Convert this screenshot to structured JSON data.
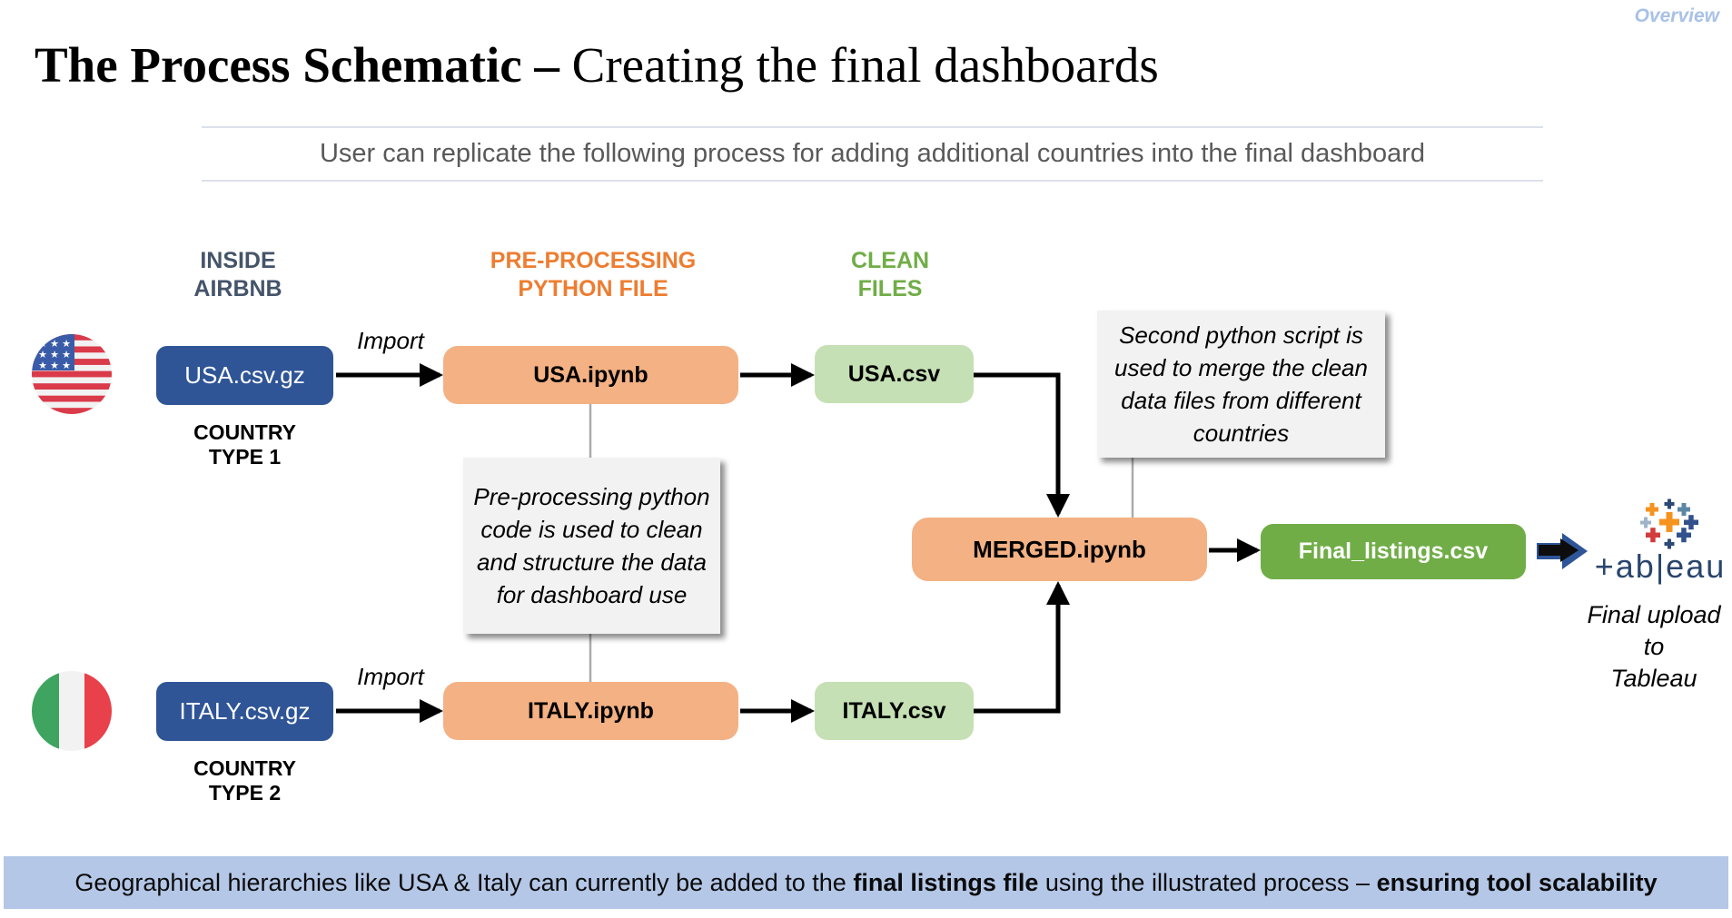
{
  "page": {
    "overview_label": "Overview"
  },
  "title": {
    "bold": "The Process Schematic –",
    "regular": " Creating the final dashboards"
  },
  "subtitle": "User can replicate the following process for adding additional countries into the final dashboard",
  "columns": {
    "source": {
      "line1": "INSIDE",
      "line2": "AIRBNB"
    },
    "preprocess": {
      "line1": "PRE-PROCESSING",
      "line2": "PYTHON FILE"
    },
    "clean": {
      "line1": "CLEAN",
      "line2": "FILES"
    }
  },
  "usa_row": {
    "source_file": "USA.csv.gz",
    "import_label": "Import",
    "notebook_file": "USA.ipynb",
    "clean_file": "USA.csv",
    "country_line1": "COUNTRY",
    "country_line2": "TYPE 1"
  },
  "italy_row": {
    "source_file": "ITALY.csv.gz",
    "import_label": "Import",
    "notebook_file": "ITALY.ipynb",
    "clean_file": "ITALY.csv",
    "country_line1": "COUNTRY",
    "country_line2": "TYPE 2"
  },
  "merge": {
    "notebook_file": "MERGED.ipynb",
    "output_file": "Final_listings.csv"
  },
  "notes": {
    "preprocess_note": "Pre-processing python code is used to clean and structure the data for dashboard use",
    "merge_note": "Second python script is used to merge the clean data files from different countries"
  },
  "tableau": {
    "wordmark": "+ab|eau",
    "caption_line1": "Final upload",
    "caption_line2": "to",
    "caption_line3": "Tableau"
  },
  "footer": {
    "text_start": "Geographical hierarchies like USA & Italy can currently be added to the ",
    "bold1": "final listings file",
    "text_mid": " using the illustrated process – ",
    "bold2": "ensuring tool scalability"
  },
  "colors": {
    "source_box": "#2F5597",
    "notebook_box": "#F4B183",
    "clean_box": "#C5E0B4",
    "final_box": "#70AD47",
    "footer_bar": "#B4C7E7",
    "header_source": "#44546A",
    "header_preprocess": "#ED7D31",
    "header_clean": "#70AD47",
    "overview_label": "#A8C1E8"
  }
}
